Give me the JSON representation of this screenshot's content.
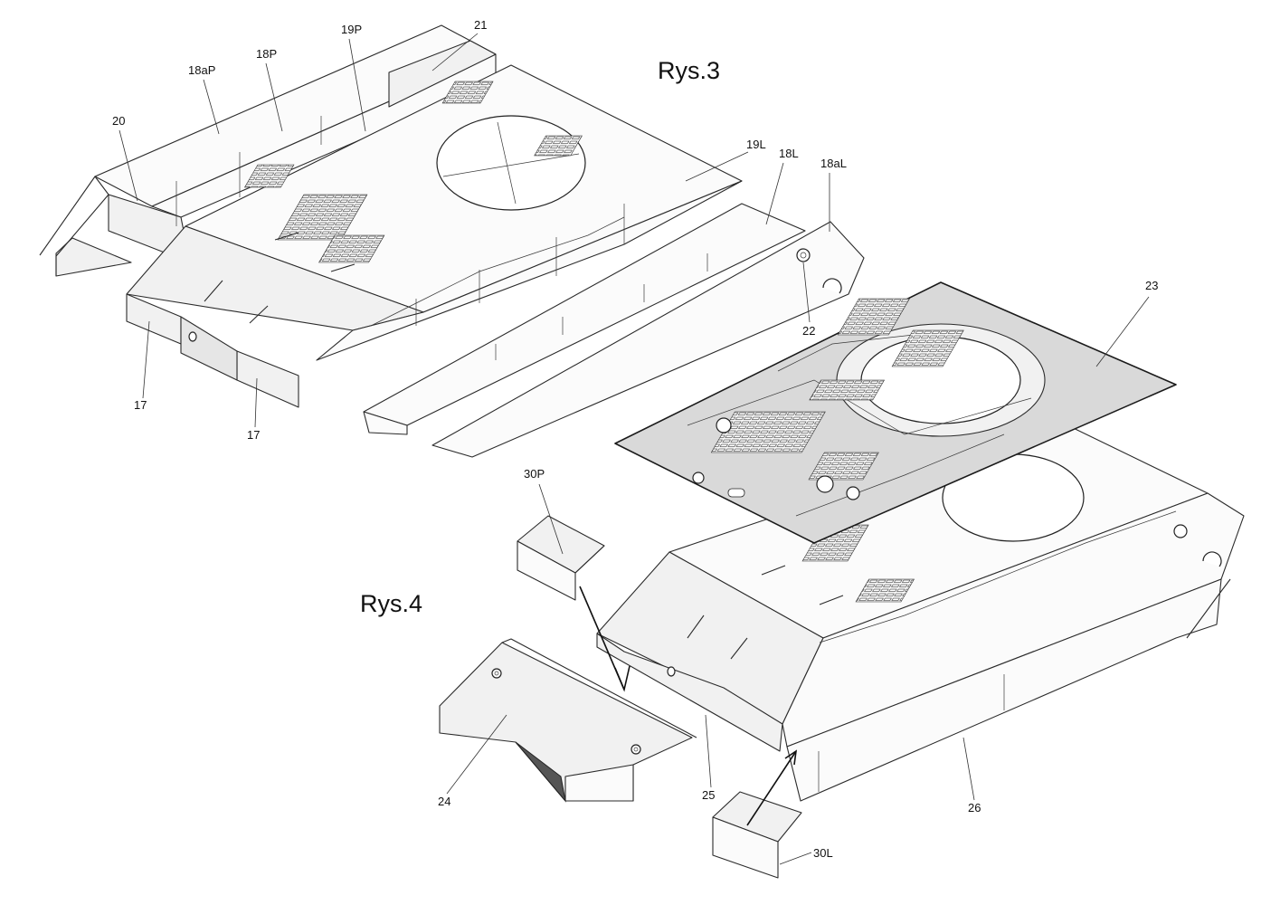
{
  "figures": {
    "fig3_title": "Rys.3",
    "fig4_title": "Rys.4"
  },
  "part_labels": {
    "p17a": "17",
    "p17b": "17",
    "p18aP": "18aP",
    "p18P": "18P",
    "p19P": "19P",
    "p20": "20",
    "p21": "21",
    "p19L": "19L",
    "p18L": "18L",
    "p18aL": "18aL",
    "p22": "22",
    "p23": "23",
    "p24": "24",
    "p25": "25",
    "p26": "26",
    "p30P": "30P",
    "p30L": "30L"
  },
  "colors": {
    "ink": "#2b2b2b",
    "plate": "#d9d9d9",
    "shade": "#f1f1f1"
  }
}
